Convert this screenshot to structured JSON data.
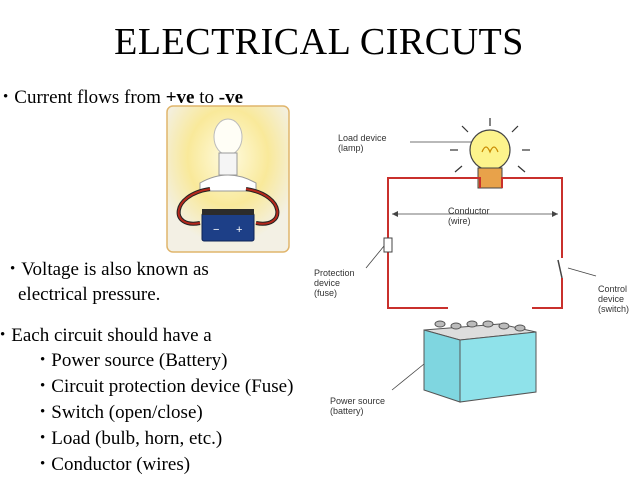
{
  "title": "ELECTRICAL CIRCUTS",
  "bullet1": {
    "pre": "Current flows from ",
    "pos": "+ve",
    "mid": " to ",
    "neg": "-ve"
  },
  "bullet2": {
    "line1": "Voltage is also known as",
    "line2": "electrical pressure."
  },
  "bullet3": {
    "text": "Each circuit should have a"
  },
  "sub_items": [
    "Power source (Battery)",
    "Circuit protection device (Fuse)",
    "Switch (open/close)",
    "Load (bulb, horn, etc.)",
    "Conductor (wires)"
  ],
  "diagram": {
    "load_device": [
      "Load device",
      "(lamp)"
    ],
    "conductor": [
      "Conductor",
      "(wire)"
    ],
    "protection": [
      "Protection",
      "device",
      "(fuse)"
    ],
    "control": [
      "Control",
      "device",
      "(switch)"
    ],
    "power": [
      "Power source",
      "(battery)"
    ]
  },
  "battery_signs": {
    "minus": "−",
    "plus": "+"
  }
}
